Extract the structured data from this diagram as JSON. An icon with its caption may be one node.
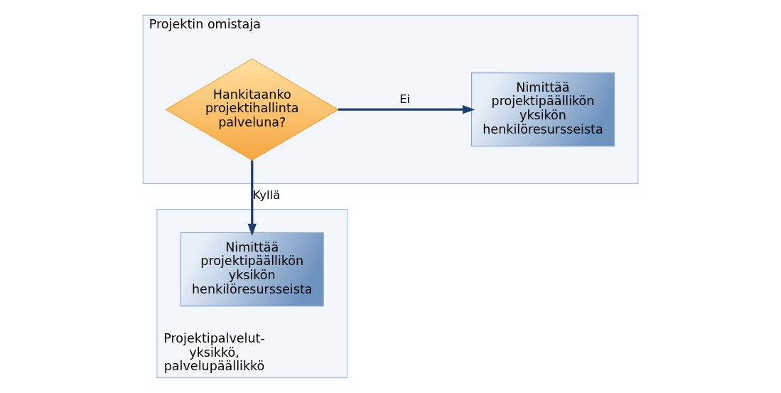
{
  "diagram": {
    "nodes": [
      {
        "text": [
          "Projektin omistaja"
        ]
      },
      {
        "text": [
          "Hankitaanko projektihallinta palveluna?"
        ],
        "in": 0
      },
      {
        "text": [
          "Nimittää projektipäällikön yksikön henkilöresursseista"
        ],
        "in": 0
      },
      {
        "text": [
          "Projektipalvelut- yksikkö, palvelupäällikkö"
        ]
      },
      {
        "text": [
          "Nimittää projektipäällikön yksikön henkilöresursseista"
        ],
        "in": 3
      }
    ],
    "edges": [
      {
        "from": 1,
        "to": 2,
        "arrow": "to",
        "label": "Ei"
      },
      {
        "from": 1,
        "to": 4,
        "arrow": "to",
        "label": "Kyllä"
      }
    ]
  }
}
